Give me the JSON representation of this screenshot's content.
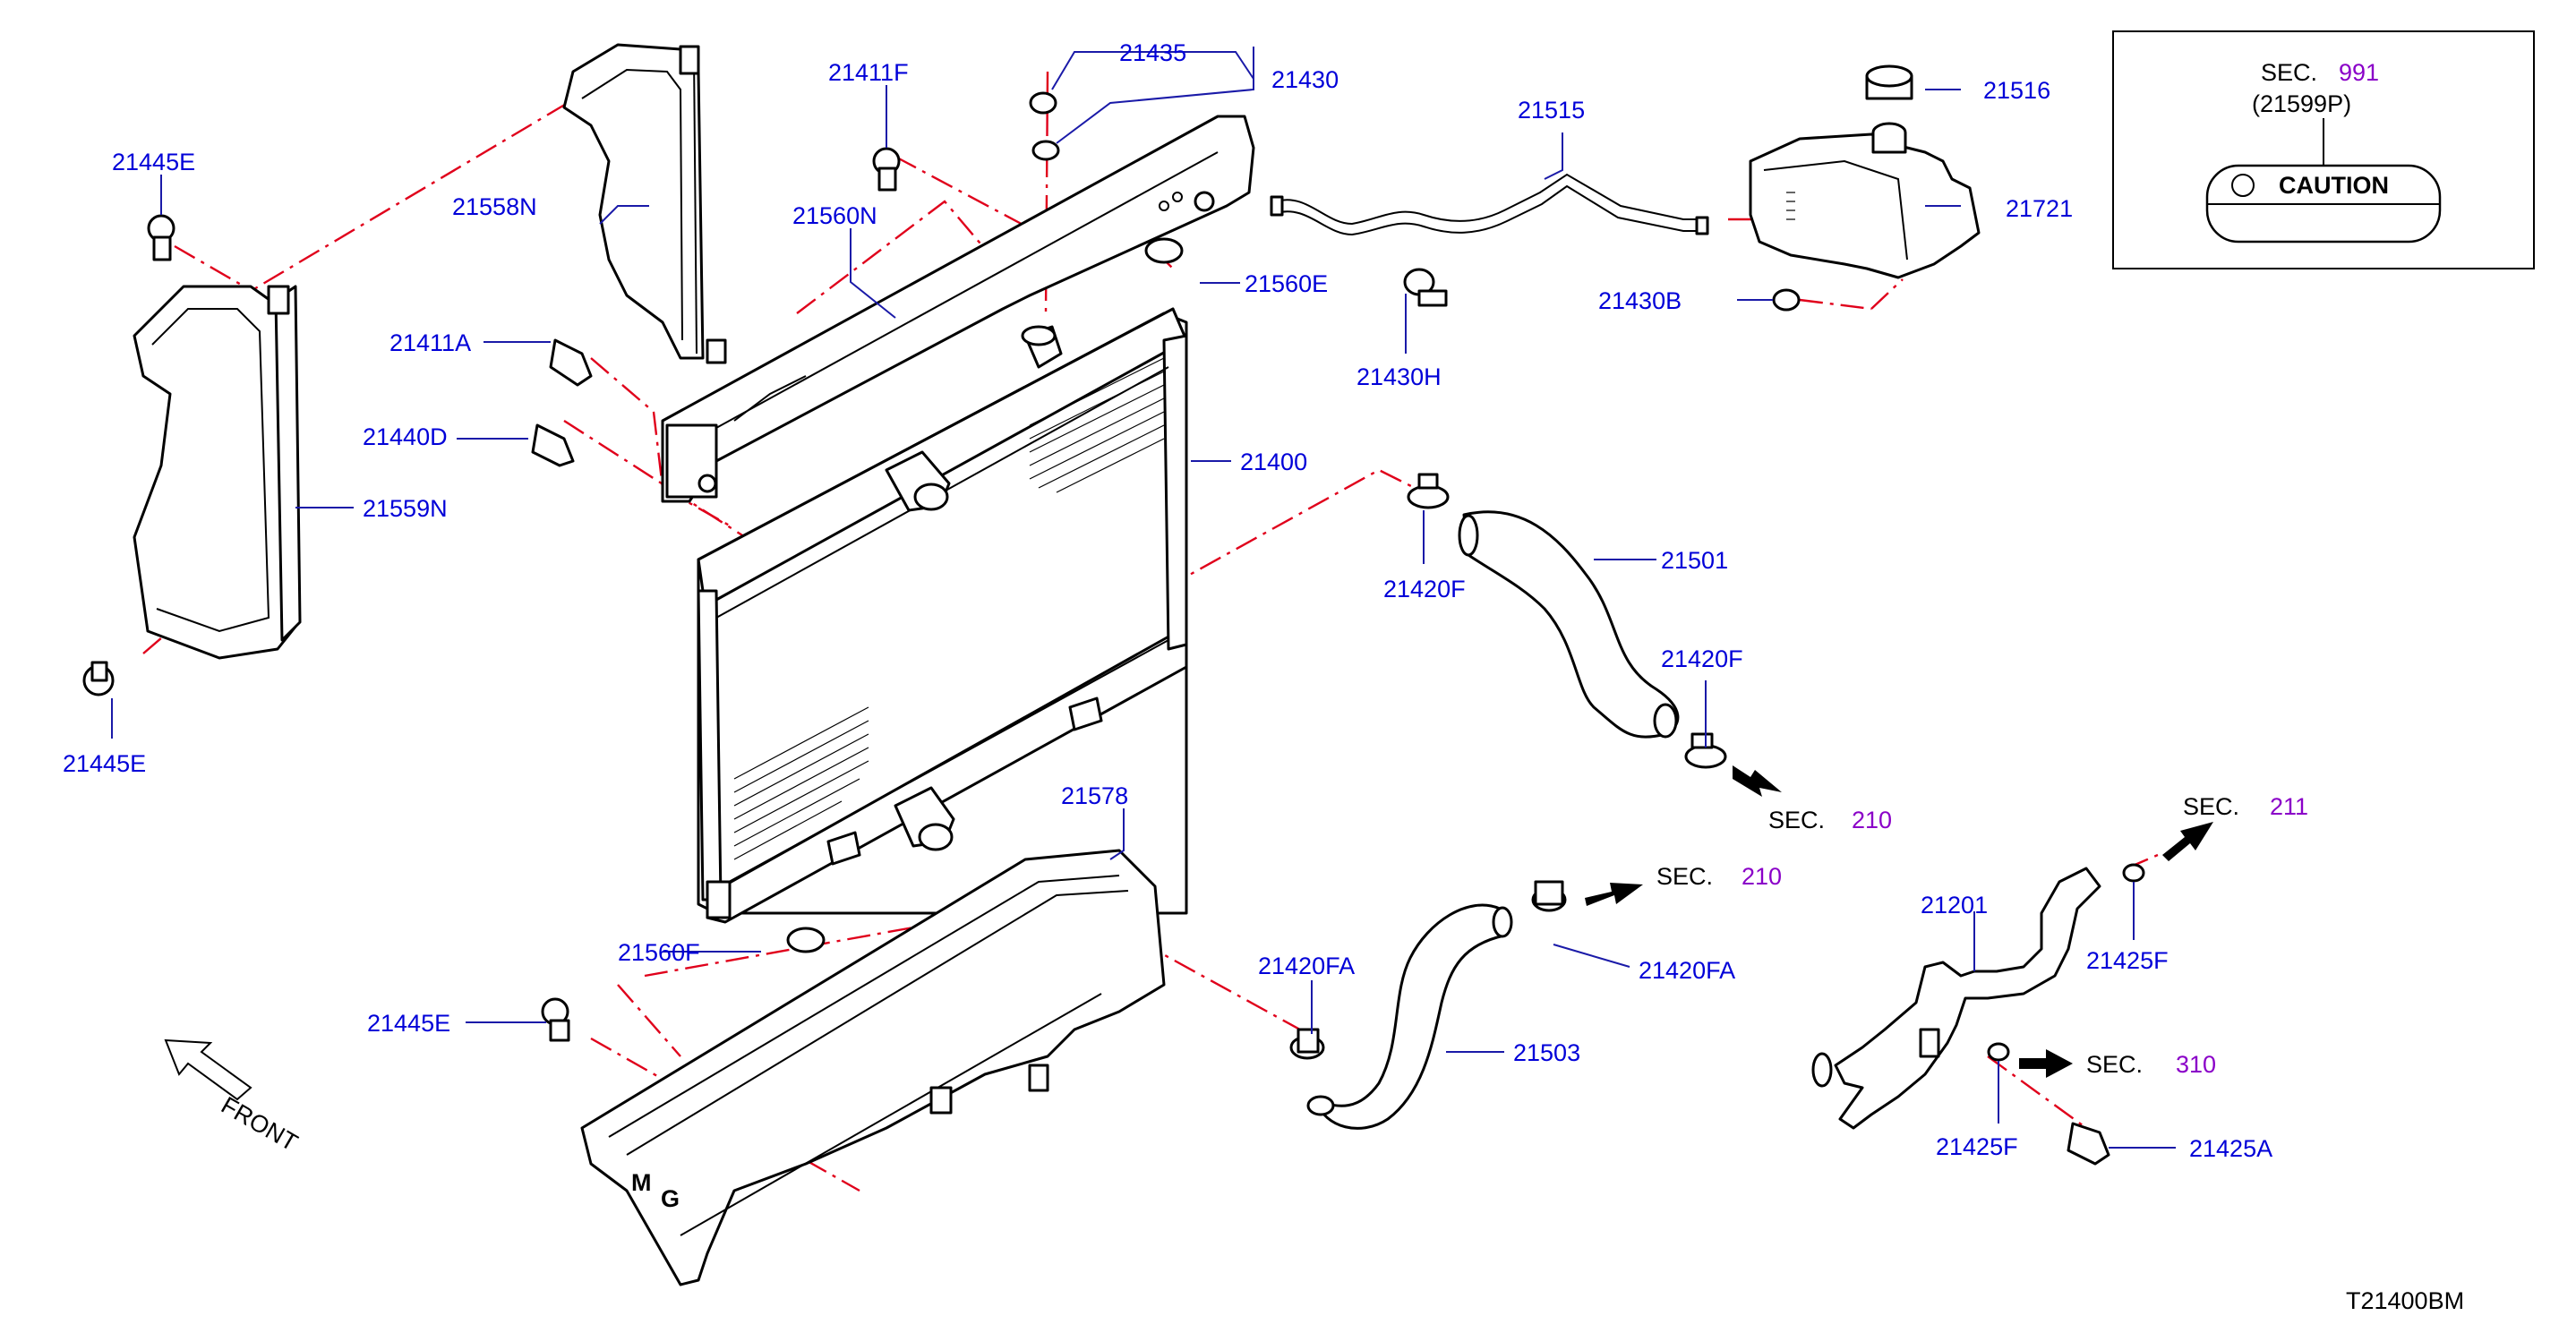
{
  "diagram": {
    "code": "T21400BM",
    "front_label": "FRONT",
    "caution_box": {
      "sec_prefix": "SEC.",
      "sec_number": "991",
      "part_ref": "(21599P)",
      "caution_text": "CAUTION"
    },
    "sec_refs": [
      {
        "prefix": "SEC.",
        "number": "210"
      },
      {
        "prefix": "SEC.",
        "number": "210"
      },
      {
        "prefix": "SEC.",
        "number": "211"
      },
      {
        "prefix": "SEC.",
        "number": "310"
      }
    ],
    "part_labels": [
      "21445E",
      "21558N",
      "21411F",
      "21435",
      "21430",
      "21560N",
      "21411A",
      "21440D",
      "21559N",
      "21445E",
      "21515",
      "21516",
      "21721",
      "21560E",
      "21430H",
      "21430B",
      "21400",
      "21420F",
      "21501",
      "21420F",
      "21578",
      "21560F",
      "21445E",
      "21420FA",
      "21420FA",
      "21503",
      "21201",
      "21425F",
      "21425F",
      "21425A"
    ],
    "colors": {
      "label": "#0000d8",
      "leader": "#1a1aa8",
      "dashed_line": "#e0001b",
      "sec_number": "#8a00c8",
      "outline": "#000000"
    }
  }
}
